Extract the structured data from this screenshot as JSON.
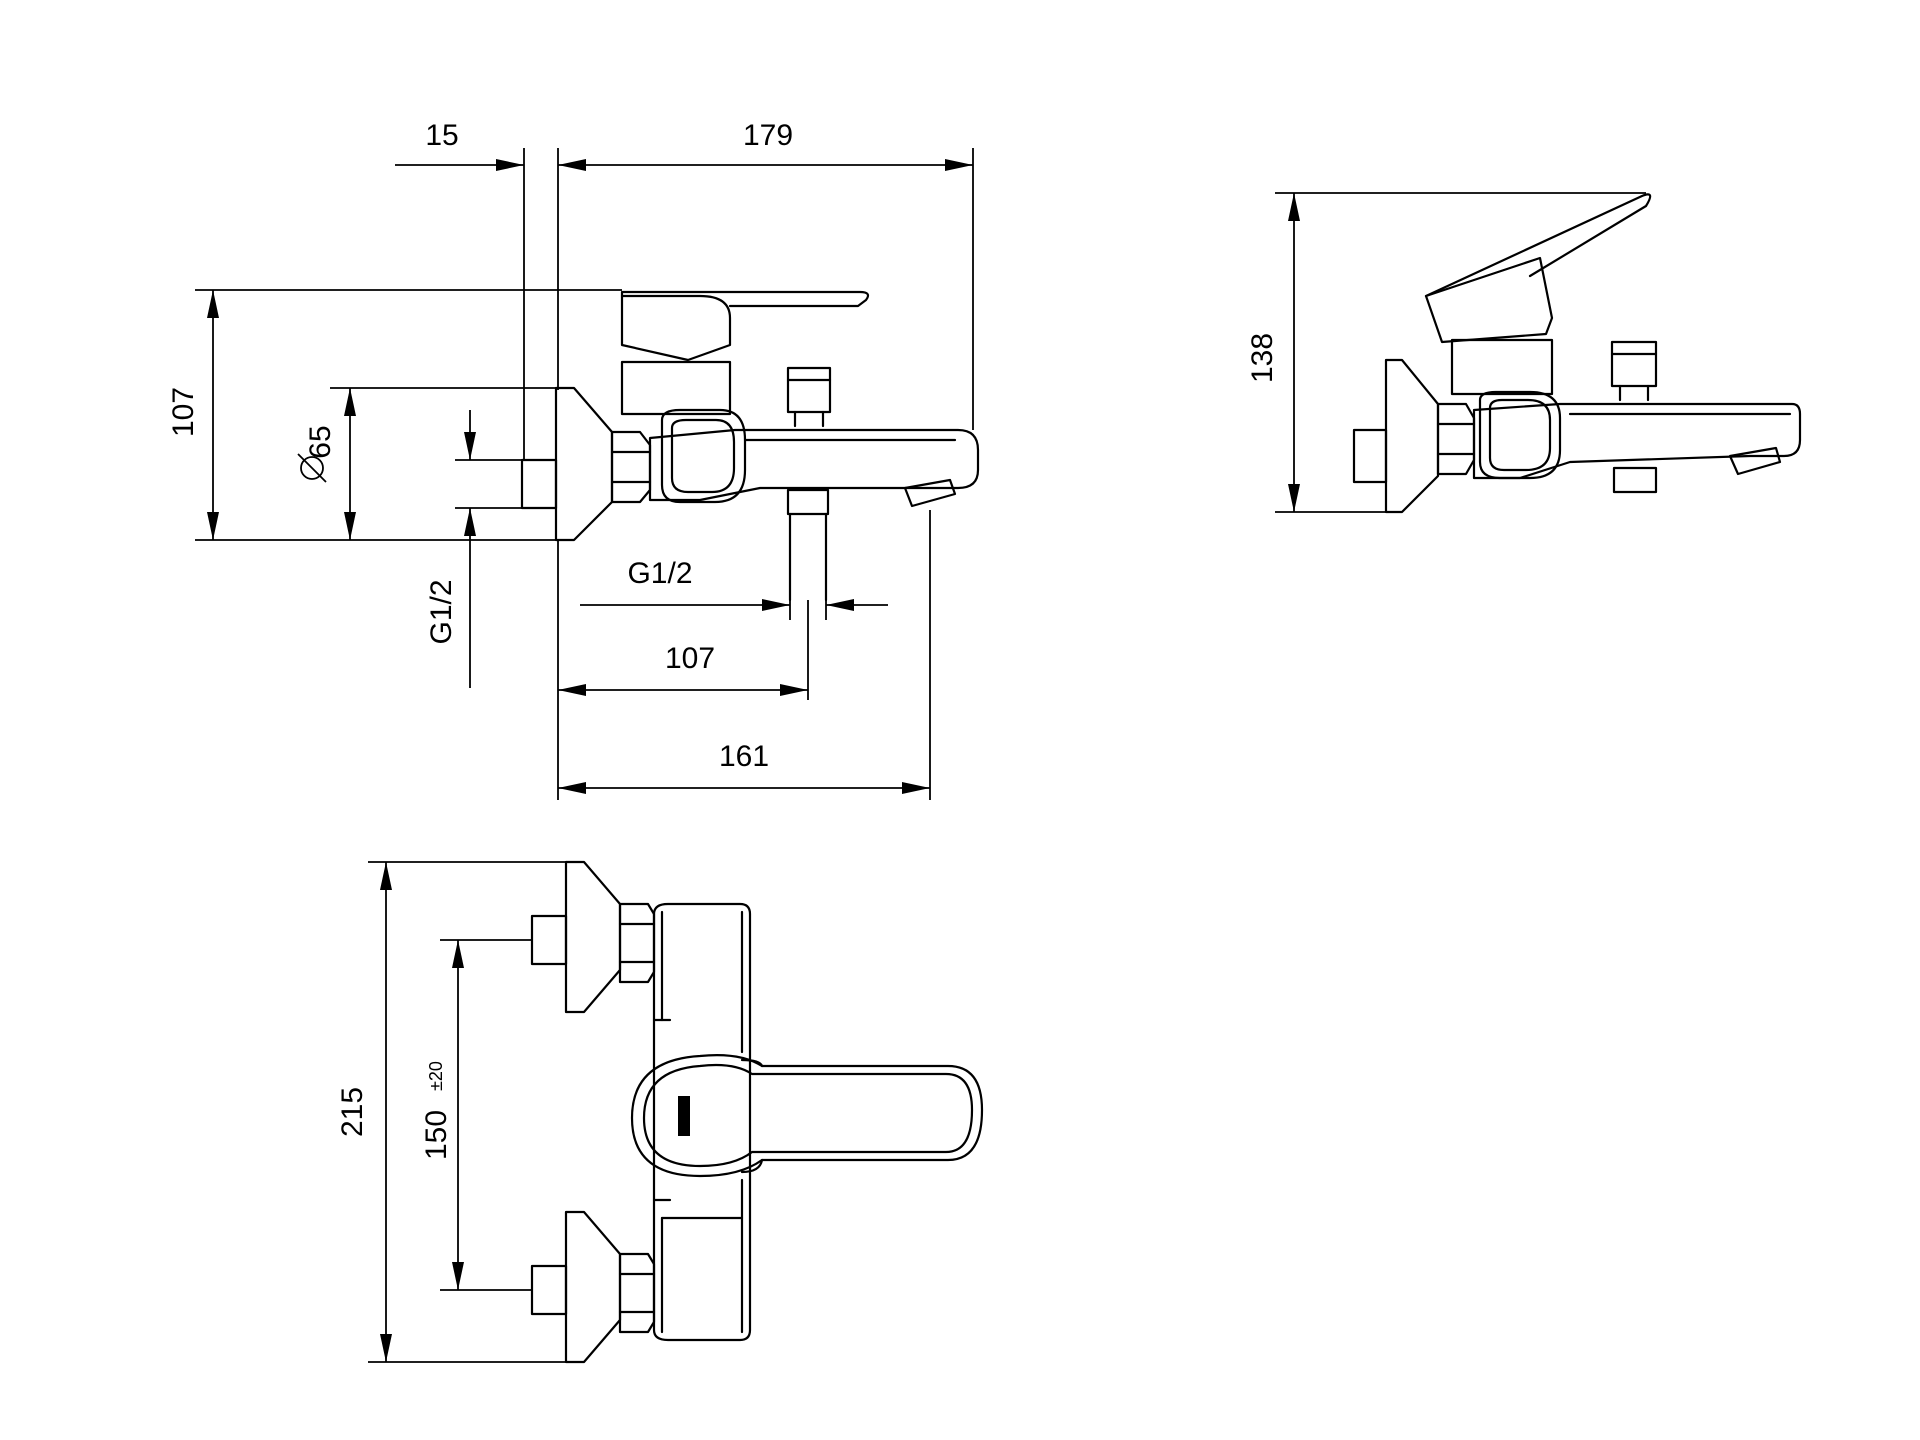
{
  "side_view": {
    "dim_wall_offset": "15",
    "dim_total_length": "179",
    "dim_height": "107",
    "dim_flange_diameter": "65",
    "dim_inlet_thread": "G1/2",
    "dim_outlet_thread": "G1/2",
    "dim_outlet_position": "107",
    "dim_spout_length": "161"
  },
  "side_view_lever_open": {
    "dim_height_open": "138"
  },
  "top_view": {
    "dim_overall_width": "215",
    "dim_inlet_spacing": "150",
    "dim_inlet_tolerance": "±20"
  },
  "icons": {
    "diameter_symbol": "diameter-icon"
  }
}
